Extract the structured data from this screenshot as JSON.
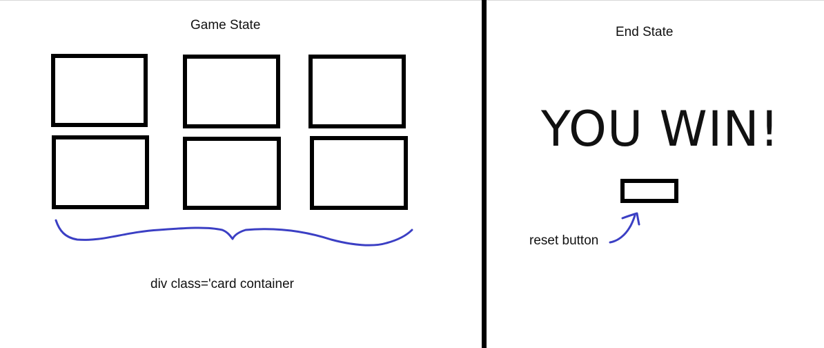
{
  "game_state": {
    "title": "Game State",
    "cards": [
      "",
      "",
      "",
      "",
      "",
      ""
    ],
    "container_label": "div class='card container"
  },
  "end_state": {
    "title": "End State",
    "message": "YOU WIN!",
    "reset_label": "reset button"
  },
  "colors": {
    "ink": "#000000",
    "annotation": "#3b3fc4",
    "background": "#ffffff"
  }
}
